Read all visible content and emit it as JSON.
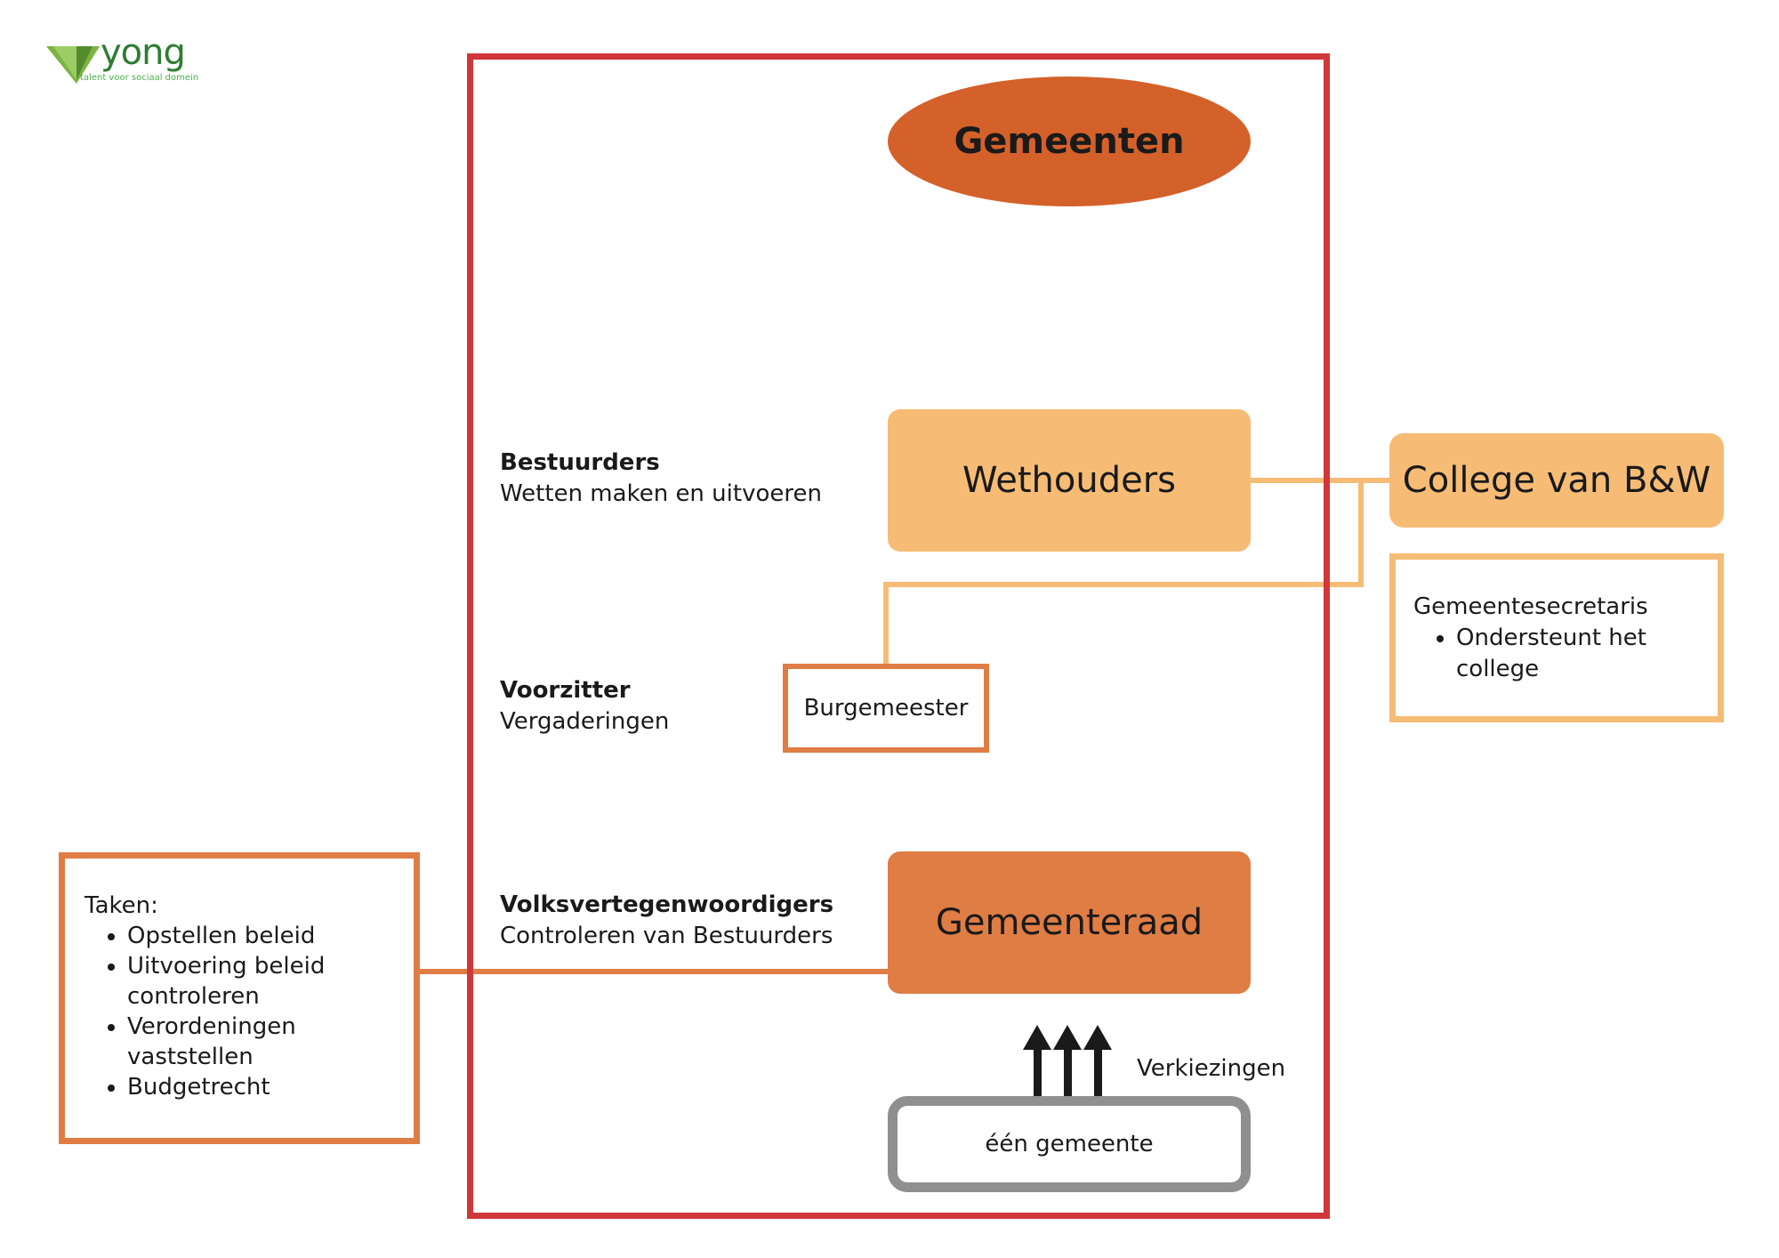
{
  "logo": {
    "word": "yong",
    "tagline": "talent voor sociaal domein"
  },
  "title": "Gemeenten",
  "wethouders": "Wethouders",
  "college": "College van B&W",
  "secretaris": {
    "title": "Gemeentesecretaris",
    "items": [
      "Ondersteunt het college"
    ]
  },
  "burgemeester": "Burgemeester",
  "gemeenteraad": "Gemeenteraad",
  "gemeente": "één gemeente",
  "verkiezingen": "Verkiezingen",
  "labels": {
    "bestuurders": {
      "title": "Bestuurders",
      "text": "Wetten maken en uitvoeren"
    },
    "voorzitter": {
      "title": "Voorzitter",
      "text": "Vergaderingen"
    },
    "volks": {
      "title": "Volksvertegenwoordigers",
      "text": "Controleren van Bestuurders"
    }
  },
  "taken": {
    "title": "Taken:",
    "items": [
      "Opstellen beleid",
      "Uitvoering beleid controleren",
      "Verordeningen vaststellen",
      "Budgetrecht"
    ]
  },
  "colors": {
    "frame": "#d0373a",
    "title": "#d4612a",
    "light_orange": "#f6bc75",
    "orange": "#df7d45",
    "grey": "#8f8f8f",
    "logo_green": "#2e7d32"
  }
}
